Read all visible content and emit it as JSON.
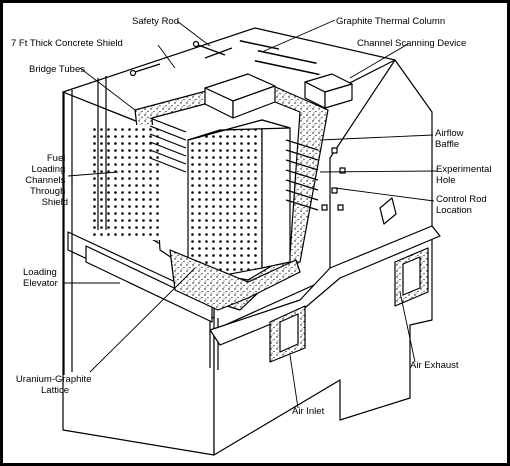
{
  "labels": {
    "safety_rod": "Safety Rod",
    "graphite_thermal_column": "Graphite Thermal Column",
    "concrete_shield": "7 Ft Thick Concrete Shield",
    "channel_scanning_device": "Channel Scanning Device",
    "bridge_tubes": "Bridge Tubes",
    "airflow_baffle": [
      "Airflow",
      "Baffle"
    ],
    "fuel_loading_channels": [
      "Fuel",
      "Loading",
      "Channels",
      "Through",
      "Shield"
    ],
    "experimental_hole": [
      "Experimental",
      "Hole"
    ],
    "control_rod_location": [
      "Control Rod",
      "Location"
    ],
    "loading_elevator": [
      "Loading",
      "Elevator"
    ],
    "air_exhaust": "Air Exhaust",
    "uranium_graphite_lattice": [
      "Uranium-Graphite",
      "Lattice"
    ],
    "air_inlet": "Air Inlet"
  },
  "colors": {
    "line": "#000000",
    "fill": "#ffffff",
    "stipple": "#000000"
  }
}
